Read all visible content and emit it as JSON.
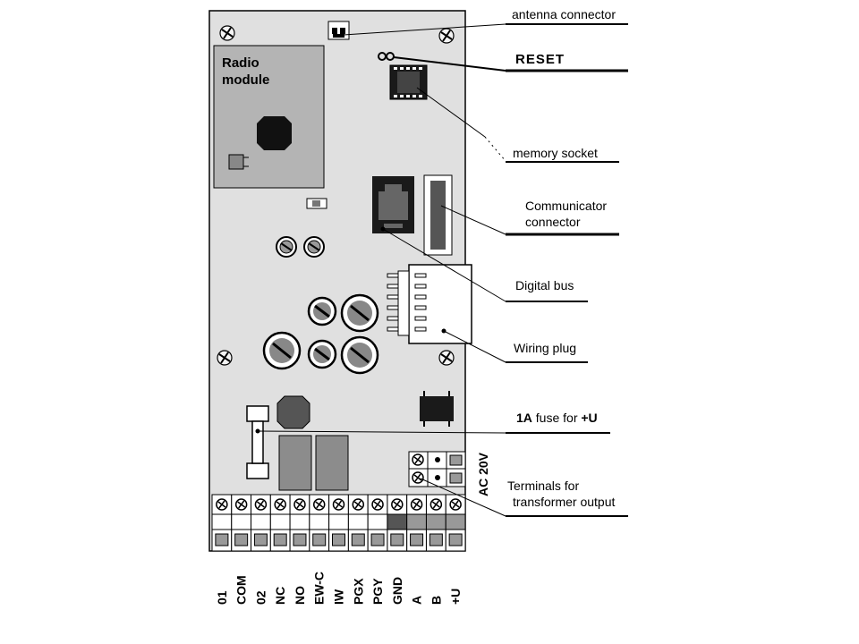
{
  "board": {
    "radio_module": {
      "line1": "Radio",
      "line2": "module"
    },
    "ac_label": "AC 20V",
    "terminals": [
      "01",
      "COM",
      "02",
      "NC",
      "NO",
      "EW-C",
      "IW",
      "PGX",
      "PGY",
      "GND",
      "A",
      "B",
      "+U"
    ]
  },
  "callouts": {
    "antenna_connector": "antenna connector",
    "reset": "RESET",
    "memory_socket": "memory socket",
    "communicator_connector_1": "Communicator",
    "communicator_connector_2": "connector",
    "digital_bus": "Digital bus",
    "wiring_plug": "Wiring plug",
    "fuse_bold": "1A",
    "fuse_rest": " fuse for ",
    "fuse_u": "+U",
    "transformer_1": "Terminals for",
    "transformer_2": "transformer output"
  },
  "colors": {
    "board_fill": "#e0e0e0",
    "module_fill": "#b4b4b4",
    "relay_fill": "#8c8c8c",
    "ink": "#000000"
  }
}
